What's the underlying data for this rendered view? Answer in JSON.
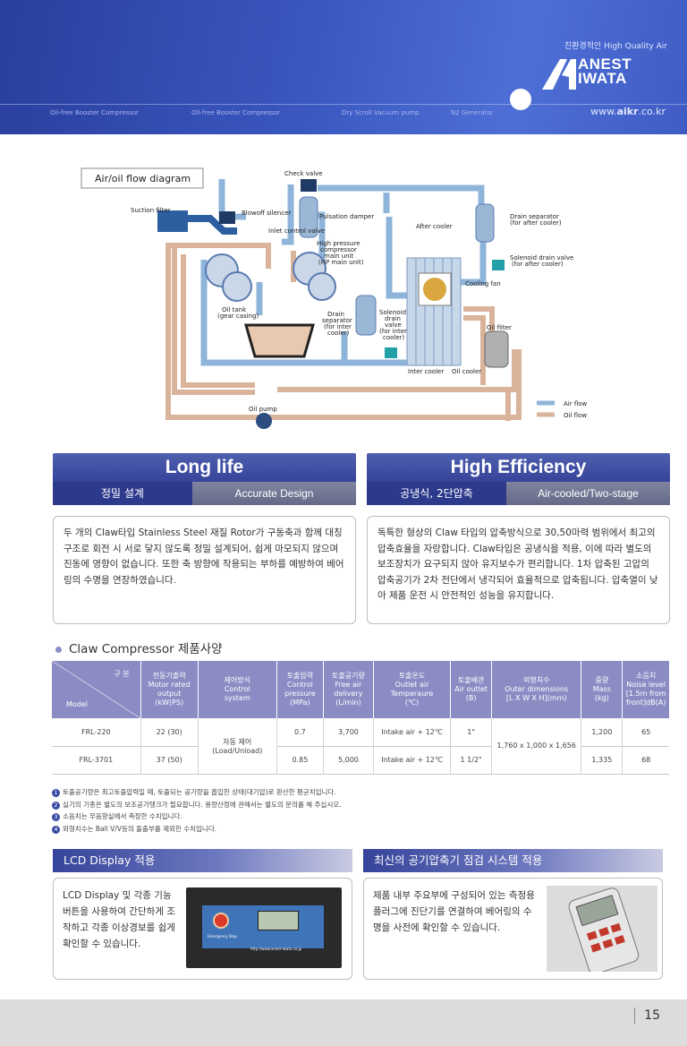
{
  "header": {
    "tagline": "친환경적인 High Quality Air",
    "brand_line1": "ANEST",
    "brand_line2": "IWATA",
    "nav": [
      "Oil-free Booster Compressor",
      "Oil-free Booster Compressor",
      "Dry Scroll Vacuum pump",
      "N2 Generator"
    ],
    "url_prefix": "www.",
    "url_bold": "aikr",
    "url_suffix": ".co.kr"
  },
  "diagram": {
    "title": "Air/oil flow diagram",
    "labels": {
      "check_valve": "Check valve",
      "suction_filter": "Suction filter",
      "blowoff_silencer": "Blowoff silencer",
      "inlet_control_valve": "Inlet control valve",
      "pulsation_damper": "Pulsation damper",
      "hp_unit_1": "High pressure",
      "hp_unit_2": "compressor",
      "hp_unit_3": "main unit",
      "hp_unit_4": "(HP main unit)",
      "after_cooler": "After cooler",
      "drain_separator_after": "Drain separator",
      "drain_separator_after_2": "(for after cooler)",
      "solenoid_drain_valve_after": "Solenoid drain valve",
      "solenoid_drain_valve_after_2": "(for after cooler)",
      "cooling_fan": "Cooling fan",
      "oil_tank": "Oil tank",
      "oil_tank_2": "(gear casing)",
      "drain_separator_inter": "Drain",
      "drain_separator_inter_2": "separator",
      "drain_separator_inter_3": "(for inter",
      "drain_separator_inter_4": "cooler)",
      "solenoid_inter": "Solenoid",
      "solenoid_inter_2": "drain",
      "solenoid_inter_3": "valve",
      "solenoid_inter_4": "(for inter",
      "solenoid_inter_5": "cooler)",
      "oil_filter": "Oil filter",
      "inter_cooler": "Inter cooler",
      "oil_cooler": "Oil cooler",
      "oil_pump": "Oil pump",
      "air_flow": "Air flow",
      "oil_flow": "Oil flow"
    }
  },
  "long_life": {
    "title": "Long life",
    "sub_left": "정밀 설계",
    "sub_right": "Accurate Design",
    "text": "두 개의 Claw타입 Stainless Steel 재질 Rotor가 구동축과 함께 대칭구조로 회전 시 서로 닿지 않도록 정밀 설계되어, 쉽게 마모되지 않으며 진동에 영향이 없습니다. 또한 축 방향에 작용되는 부하를 예방하여 베어링의 수명을 연장하였습니다."
  },
  "high_efficiency": {
    "title": "High Efficiency",
    "sub_left": "공냉식, 2단압축",
    "sub_right": "Air-cooled/Two-stage",
    "text": "독특한 형상의 Claw 타입의 압축방식으로 30,50마력 범위에서 최고의 압축효율을 자랑합니다. Claw타입은 공냉식을 적용, 이에 따라 별도의 보조장치가 요구되지 않아 유지보수가 편리합니다. 1차 압축된 고압의 압축공기가 2차 전단에서 냉각되어 효율적으로 압축됩니다. 압축열이 낮아 제품 운전 시 안전적인 성능을 유지합니다."
  },
  "spec": {
    "title": "Claw Compressor 제품사양",
    "header_gubun": "구 분",
    "header_model": "Model",
    "headers": [
      [
        "전동기출력",
        "Motor rated",
        "output",
        "(kW(PS)"
      ],
      [
        "제어방식",
        "Control",
        "system"
      ],
      [
        "토출압력",
        "Control",
        "pressure",
        "(MPa)"
      ],
      [
        "토출공기량",
        "Free air",
        "delivery",
        "(L/min)"
      ],
      [
        "토출온도",
        "Outlet air",
        "Temperaure",
        "(℃)"
      ],
      [
        "토출배관",
        "Air outlet",
        "(B)"
      ],
      [
        "외형치수",
        "Outer dimensions",
        "[L X W X H](mm)"
      ],
      [
        "중량",
        "Mass",
        "(kg)"
      ],
      [
        "소음치",
        "Noise level",
        "[1.5m from",
        "front]dB(A)"
      ]
    ],
    "rows": [
      {
        "model": "FRL-220",
        "output": "22 (30)",
        "pressure": "0.7",
        "delivery": "3,700",
        "temp": "Intake air + 12℃",
        "outlet": "1\"",
        "mass": "1,200",
        "noise": "65"
      },
      {
        "model": "FRL-3701",
        "output": "37 (50)",
        "pressure": "0.85",
        "delivery": "5,000",
        "temp": "Intake air + 12℃",
        "outlet": "1 1/2\"",
        "mass": "1,335",
        "noise": "68"
      }
    ],
    "control_1": "자동 제어",
    "control_2": "(Load/Unload)",
    "dimensions": "1,760 x 1,000 x 1,656",
    "notes": [
      "토출공기량은 최고토출압력일 때, 토출되는 공기량을 흡입한 상태(대기압)로 환산한 평균치입니다.",
      "실기의 기종은 별도의 보조공기탱크가 필요합니다. 용량산정에 관해서는 별도의 문의를 해 주십시오.",
      "소음치는 무음향실에서 측정한 수치입니다.",
      "외형치수는 Ball V/V등의 돌출부를 제외한 수치입니다."
    ]
  },
  "lcd": {
    "title": "LCD Display 적용",
    "text": "LCD Display 및 각종 기능 버튼을 사용하여 간단하게 조작하고 각종 이상경보를 쉽게 확인할 수 있습니다.",
    "panel_label": "Emergency Stop",
    "panel_url": "http://www.anest-iwata.co.jp"
  },
  "inspection": {
    "title": "최신의 공기압축기 점검 시스템 적용",
    "text": "제품 내부 주요부에 구성되어 있는 측정용 플러그에 진단기를 연결하여 베어링의 수명을 사전에 확인할 수 있습니다."
  },
  "page_number": "15",
  "colors": {
    "blue": "#36449a",
    "air": "#7eaad6",
    "oil": "#d9b49b",
    "lavender": "#8b8cc4"
  }
}
